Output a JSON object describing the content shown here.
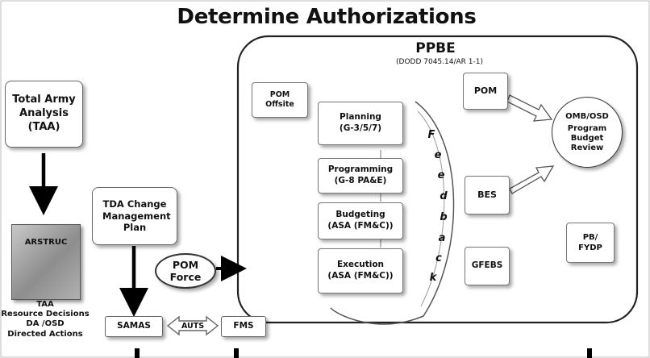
{
  "title": "Determine Authorizations",
  "ppbe": {
    "title": "PPBE",
    "subtitle": "(DODD 7045.14/AR 1-1)"
  },
  "left": {
    "taa": "Total Army Analysis (TAA)",
    "arstruc_label": "ARSTRUC",
    "arstruc_caption": [
      "TAA",
      "Resource Decisions",
      "DA /OSD",
      "Directed Actions"
    ],
    "tda": "TDA Change Management Plan",
    "pom_force": "POM Force",
    "samas": "SAMAS",
    "auts": "AUTS",
    "fms": "FMS"
  },
  "phases": [
    {
      "name": "Planning",
      "org": "(G-3/5/7)"
    },
    {
      "name": "Programming",
      "org": "(G-8 PA&E)"
    },
    {
      "name": "Budgeting",
      "org": "(ASA (FM&C))"
    },
    {
      "name": "Execution",
      "org": "(ASA (FM&C))"
    }
  ],
  "pom_offsite": "POM Offsite",
  "feedback_letters": [
    "F",
    "e",
    "e",
    "d",
    "b",
    "a",
    "c",
    "k"
  ],
  "right": {
    "pom": "POM",
    "bes": "BES",
    "gfebs": "GFEBS",
    "omb": "OMB/OSD",
    "program_budget_review": "Program Budget Review",
    "pb_fydp": "PB/ FYDP"
  }
}
